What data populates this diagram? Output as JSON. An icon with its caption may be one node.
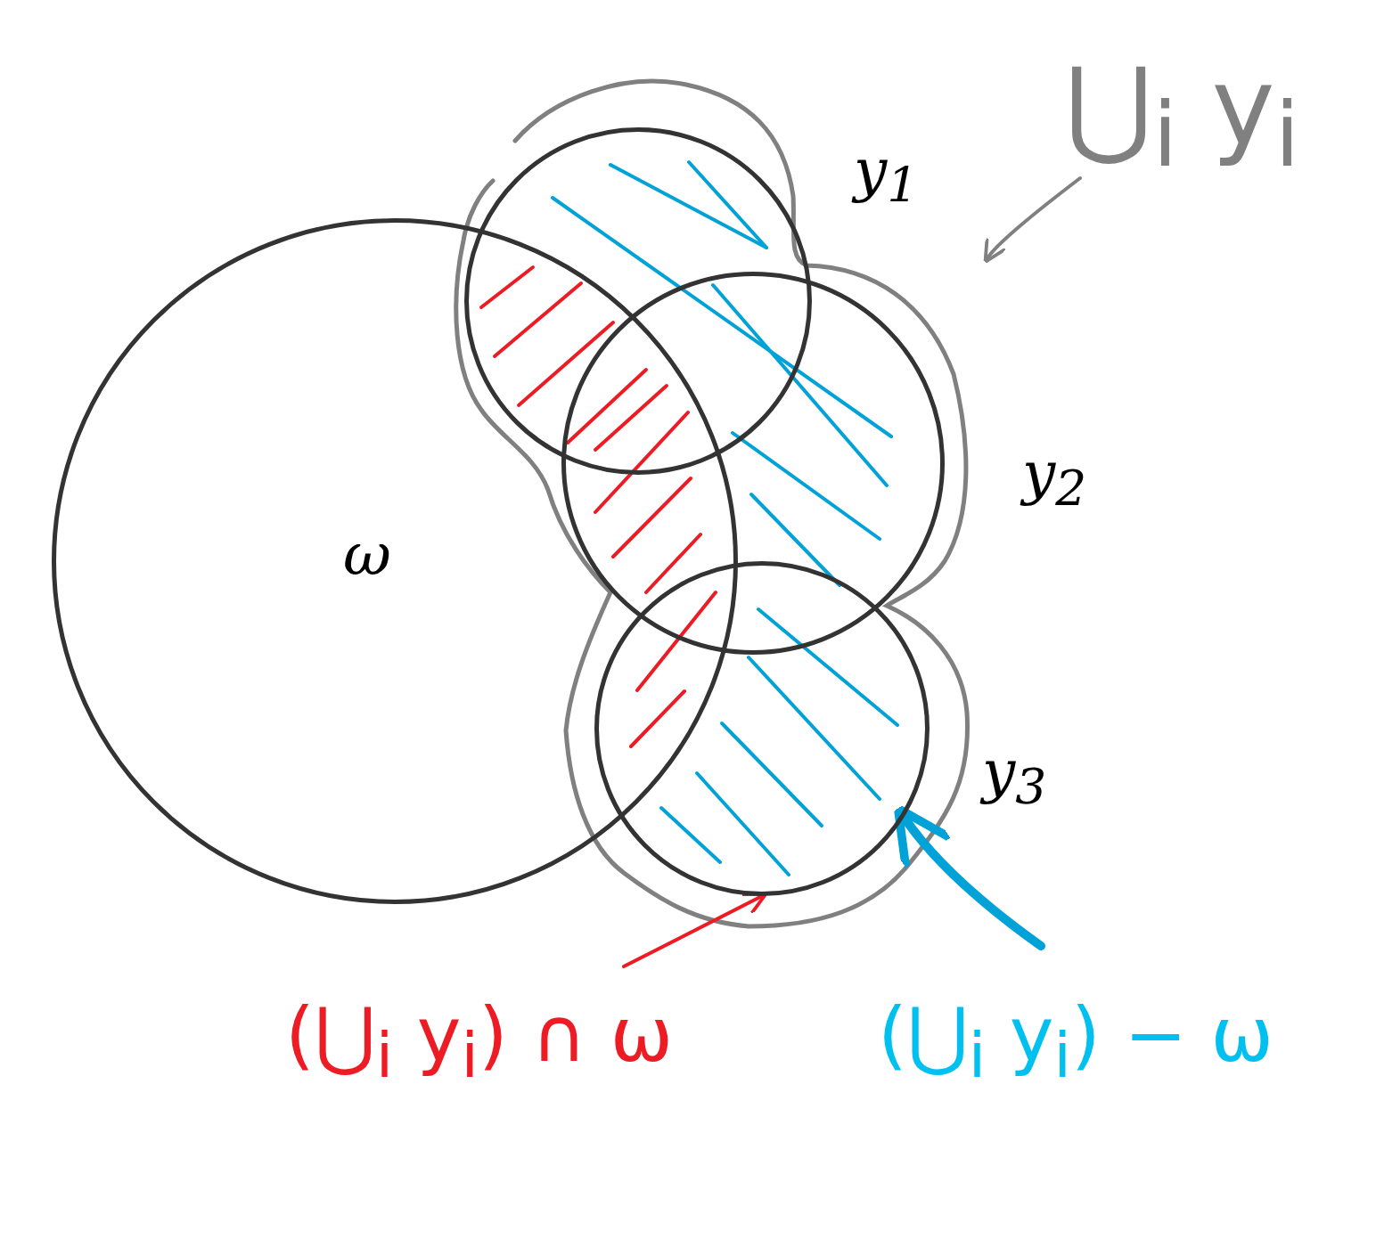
{
  "diagram": {
    "nodes": [
      {
        "text": [
          "ω"
        ]
      },
      {
        "text": [
          "y$_{1}$"
        ]
      },
      {
        "text": [
          "y$_{2}$"
        ]
      },
      {
        "text": [
          "y$_{3}$"
        ]
      },
      {
        "text": [
          "⋃$_{i}$ y$_{i}$"
        ]
      },
      {
        "text": [
          "(⋃$_{i}$ y$_{i}$) ∩ ω"
        ]
      },
      {
        "text": [
          "(⋃$_{i}$ y$_{i}$) − ω"
        ]
      }
    ],
    "edges": [
      {
        "from": 4,
        "to": null,
        "arrow": "to",
        "color": "#808080"
      },
      {
        "from": 5,
        "to": 3,
        "arrow": "to",
        "color": "#ed1c24"
      },
      {
        "from": 6,
        "to": 3,
        "arrow": "to",
        "color": "#00a2d8",
        "style": "thick"
      }
    ]
  }
}
